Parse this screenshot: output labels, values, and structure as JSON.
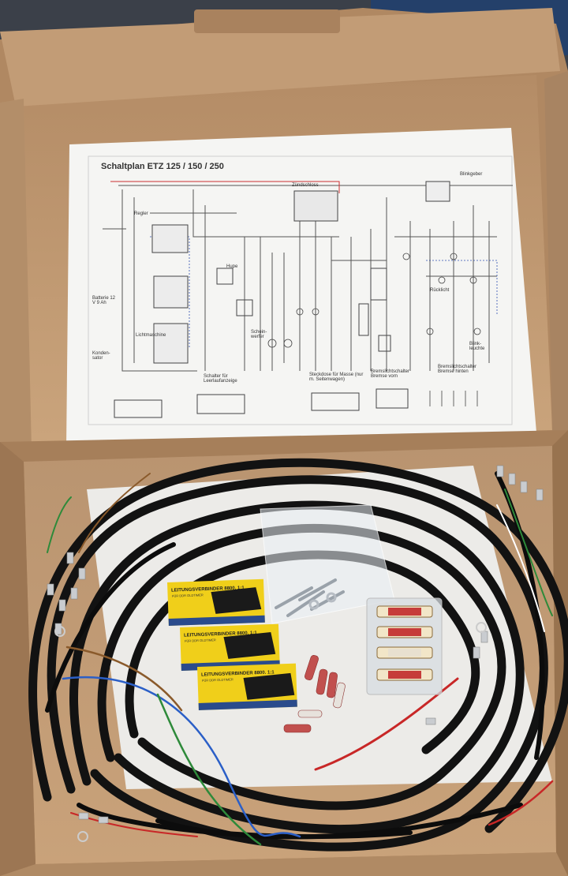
{
  "photo": {
    "subject": "motorcycle wiring harness kit in cardboard box",
    "colors": {
      "cardboard": "#c9a27a",
      "cardboard_dark": "#a57e58",
      "paper": "#f4f4f2",
      "cable": "#141414",
      "connector_yellow": "#f2d21a",
      "fuse_red": "#c63c3a"
    }
  },
  "schematic": {
    "title": "Schaltplan ETZ 125 / 150 / 250",
    "labels": {
      "blinkgeber": "Blinkgeber",
      "zundschloss": "Zündschloss",
      "regler": "Regler",
      "lichtmaschine": "Lichtmaschine",
      "hupe": "Hupe",
      "batterie": "Batterie 12 V 9 Ah",
      "kondensator": "Konden-sator",
      "scheinwerfer": "Schein-werfer",
      "bremslichtschalter_vorn": "Bremslichtschalter Bremse vorn",
      "bremslichtschalter_hinten": "Bremslichtschalter Bremse hinten",
      "blinkleuchte": "Blink-leuchte",
      "rucklicht": "Rücklicht",
      "schalter_leerlaufanzeige": "Schalter für Leerlaufanzeige",
      "steckdose_masse": "Steckdose für Masse (nur m. Seitenwagen)"
    }
  },
  "connectors": [
    {
      "label": "LEITUNGSVERBINDER 8800. 1:1",
      "sub": "FÜR DDR OLDTIMER"
    },
    {
      "label": "LEITUNGSVERBINDER 8800. 1:1",
      "sub": "FÜR DDR OLDTIMER"
    },
    {
      "label": "LEITUNGSVERBINDER 8800. 1:1",
      "sub": "FÜR DDR OLDTIMER"
    }
  ]
}
